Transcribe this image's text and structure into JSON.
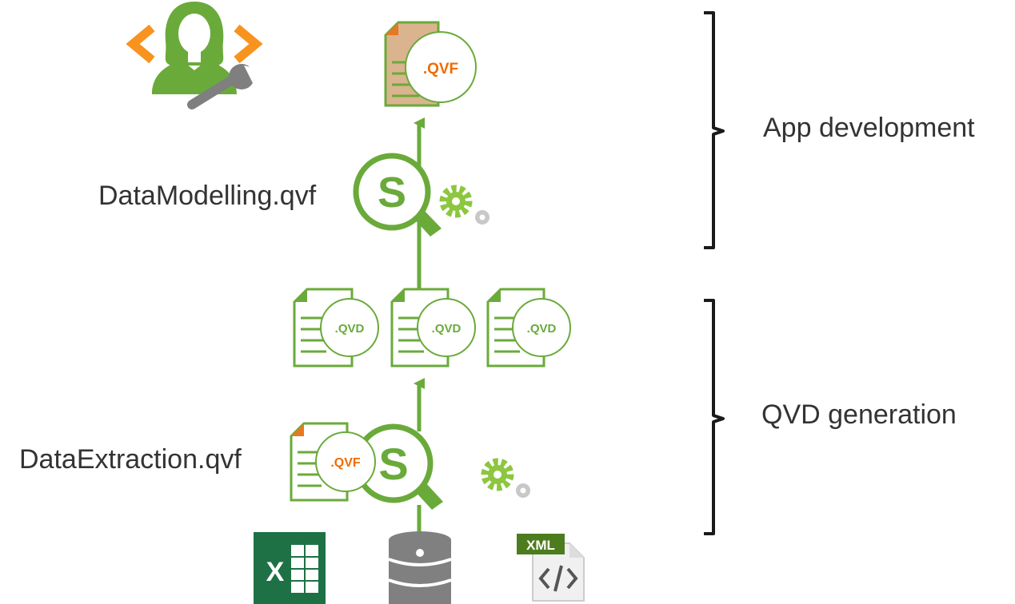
{
  "labels": {
    "data_modelling": "DataModelling.qvf",
    "data_extraction": "DataExtraction.qvf",
    "app_development": "App development",
    "qvd_generation": "QVD generation"
  },
  "badges": {
    "qvf": ".QVF",
    "qvd": ".QVD",
    "xml": "XML",
    "excel_letter": "X",
    "qlik_letter": "S"
  },
  "colors": {
    "green": "#6aaa3a",
    "light_green": "#8dc63f",
    "orange": "#f7931e",
    "qvf_orange": "#ef6c00",
    "tan": "#d9b48f",
    "excel_green": "#1e7145",
    "gray": "#7f7f7f",
    "light_gray": "#c8c8c8",
    "text": "#333333"
  },
  "icons": {
    "developer": "developer-icon",
    "wrench": "wrench-icon",
    "qvf_file": "qvf-file-icon",
    "qvd_file": "qvd-file-icon",
    "qlik_script": "qlik-sense-icon",
    "gears": "gears-icon",
    "excel": "excel-icon",
    "database": "database-icon",
    "xml": "xml-file-icon"
  }
}
